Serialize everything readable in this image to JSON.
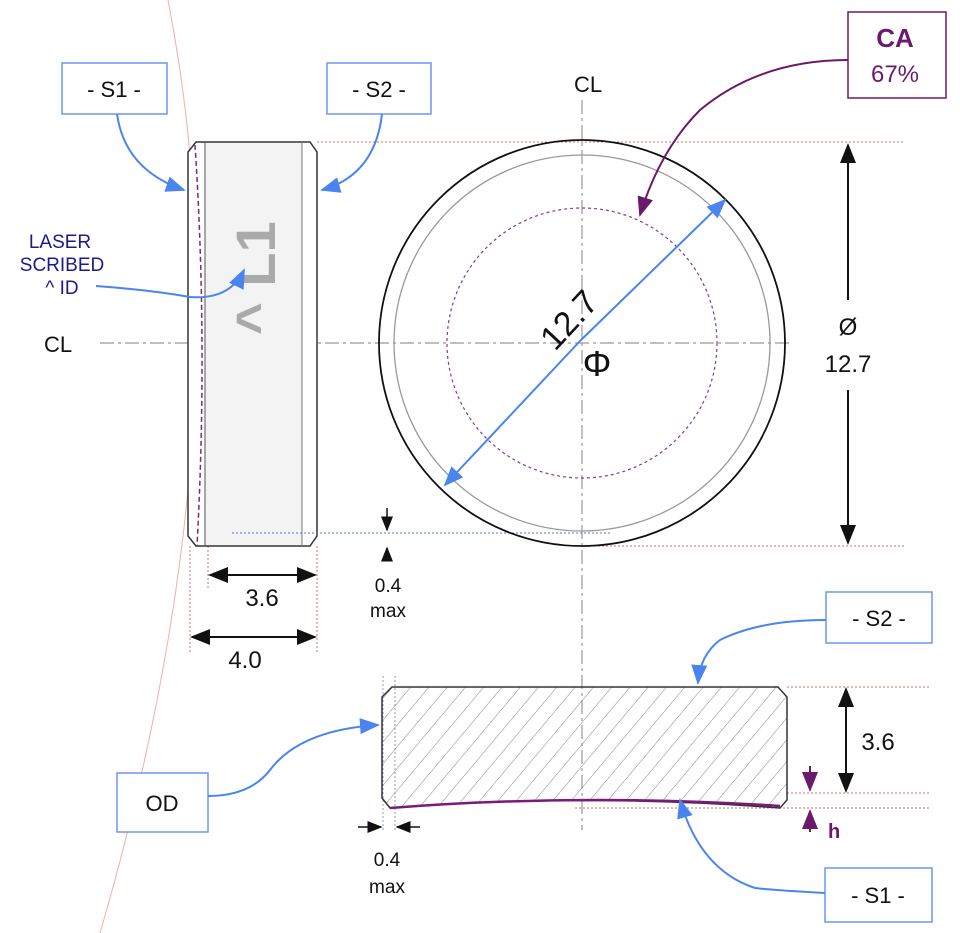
{
  "labels": {
    "s1_top": "- S1 -",
    "s2_top": "- S2 -",
    "s2_bottom": "- S2 -",
    "s1_bottom": "- S1 -",
    "od": "OD",
    "laser_line1": "LASER",
    "laser_line2": "SCRIBED",
    "laser_line3": "^ ID",
    "scribed_id": "^ L1",
    "centerline": "CL",
    "ca_title": "CA",
    "ca_value": "67%"
  },
  "dimensions": {
    "diameter_circle": "12.7",
    "phi": "Φ",
    "od_symbol": "Ø",
    "od_value": "12.7",
    "ct": "3.6",
    "et": "4.0",
    "chamfer_value": "0.4",
    "chamfer_note": "max",
    "section_ct": "3.6",
    "sag": "h"
  },
  "colors": {
    "callout": "#4a84f0",
    "ca": "#6b1a6b",
    "laser_text": "#1a1a8c"
  }
}
